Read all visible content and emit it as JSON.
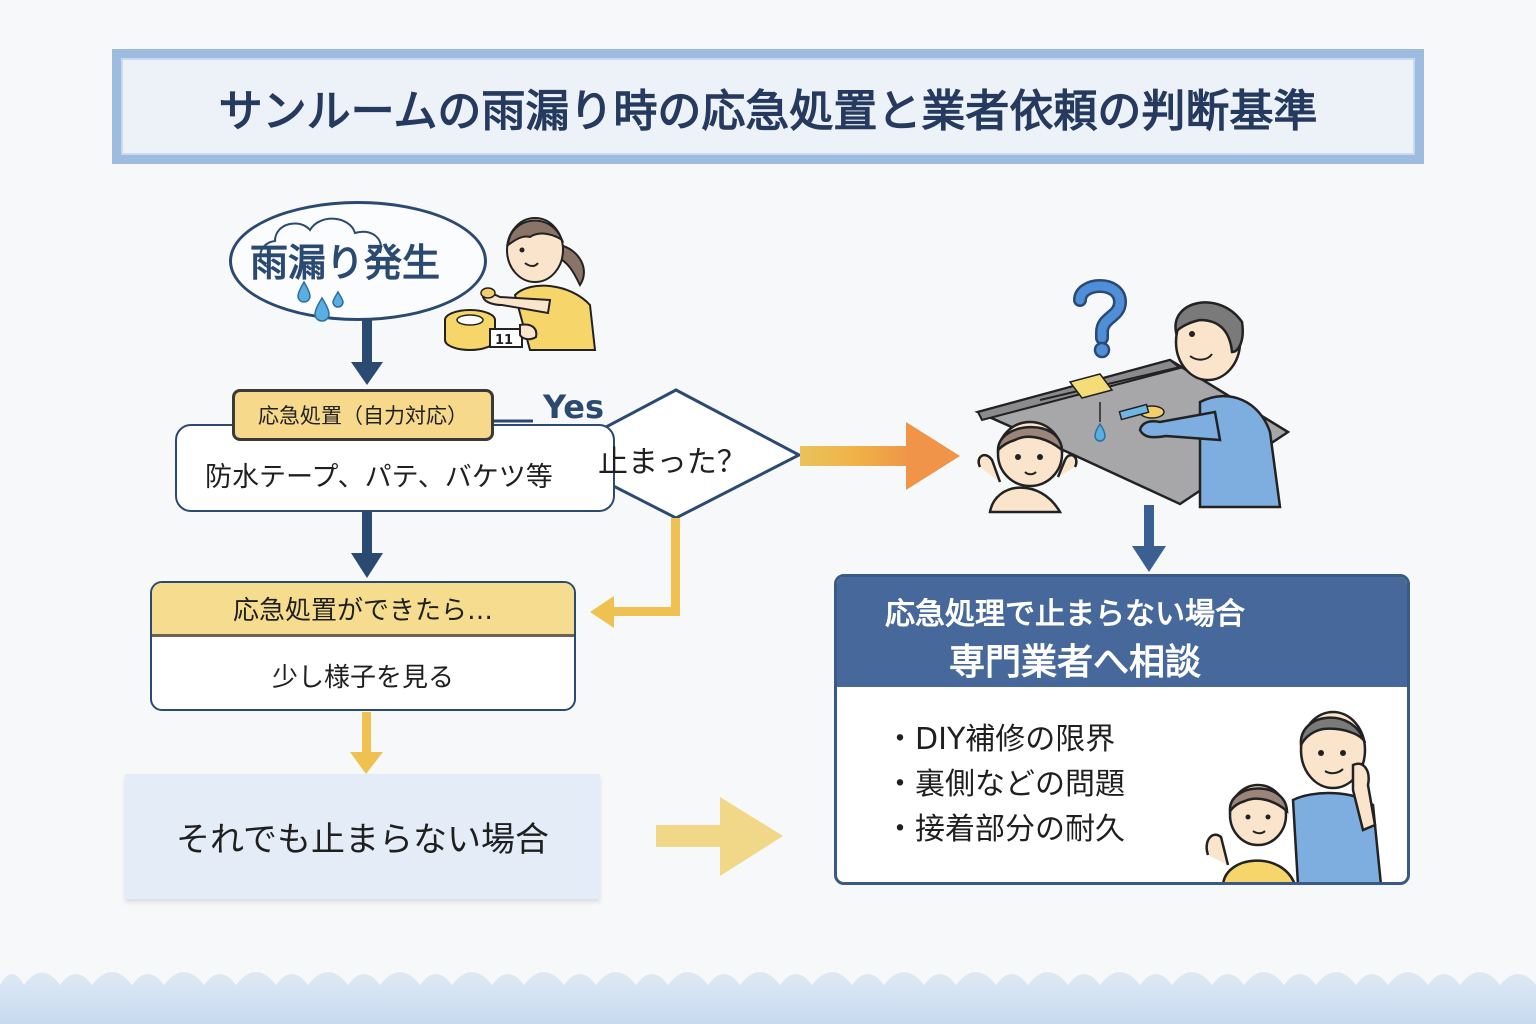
{
  "title": "サンルームの雨漏り時の応急処置と業者依頼の判断基準",
  "start": {
    "label": "雨漏り発生"
  },
  "emergency": {
    "label": "応急処置（自力対応）",
    "items": "防水テープ、パテ、バケツ等"
  },
  "decision": {
    "question": "止まった？",
    "yes_label": "Yes"
  },
  "after_emergency": {
    "header": "応急処置ができたら…",
    "body": "少し様子を見る"
  },
  "fallback": {
    "label": "それでも止まらない場合"
  },
  "professional": {
    "header_line1": "応急処理で止まらない場合",
    "header_line2": "専門業者へ相談",
    "reasons": [
      "・DIY補修の限界",
      "・裏側などの問題",
      "・接着部分の耐久"
    ]
  },
  "illustrations": {
    "tape_roll_label": "11"
  },
  "colors": {
    "navy": "#2b4a72",
    "title_text": "#253a5e",
    "banner_border": "#9ebce0",
    "yellow_label": "#f6d98a",
    "yellow_arrow": "#efc150",
    "orange_arrow": "#ef9448",
    "header_blue": "#47689a",
    "fallback_bg": "#e3ecf7",
    "water_drop": "#5aaee0"
  }
}
